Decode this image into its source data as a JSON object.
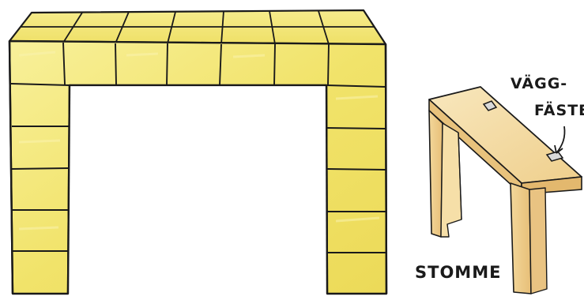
{
  "labels": {
    "wall_mount_line1": "VÄGG-",
    "wall_mount_line2": "FÄSTE",
    "frame": "STOMME"
  },
  "colors": {
    "tile_fill": "#f3e878",
    "tile_fill_dark": "#e9d94f",
    "tile_highlight": "#faf3ad",
    "ink": "#1a1a1a",
    "wood_light": "#f7e3b5",
    "wood_mid": "#efcf8c",
    "wood_dark": "#e3b86e"
  },
  "tiled_frame": {
    "description_shown": false
  }
}
